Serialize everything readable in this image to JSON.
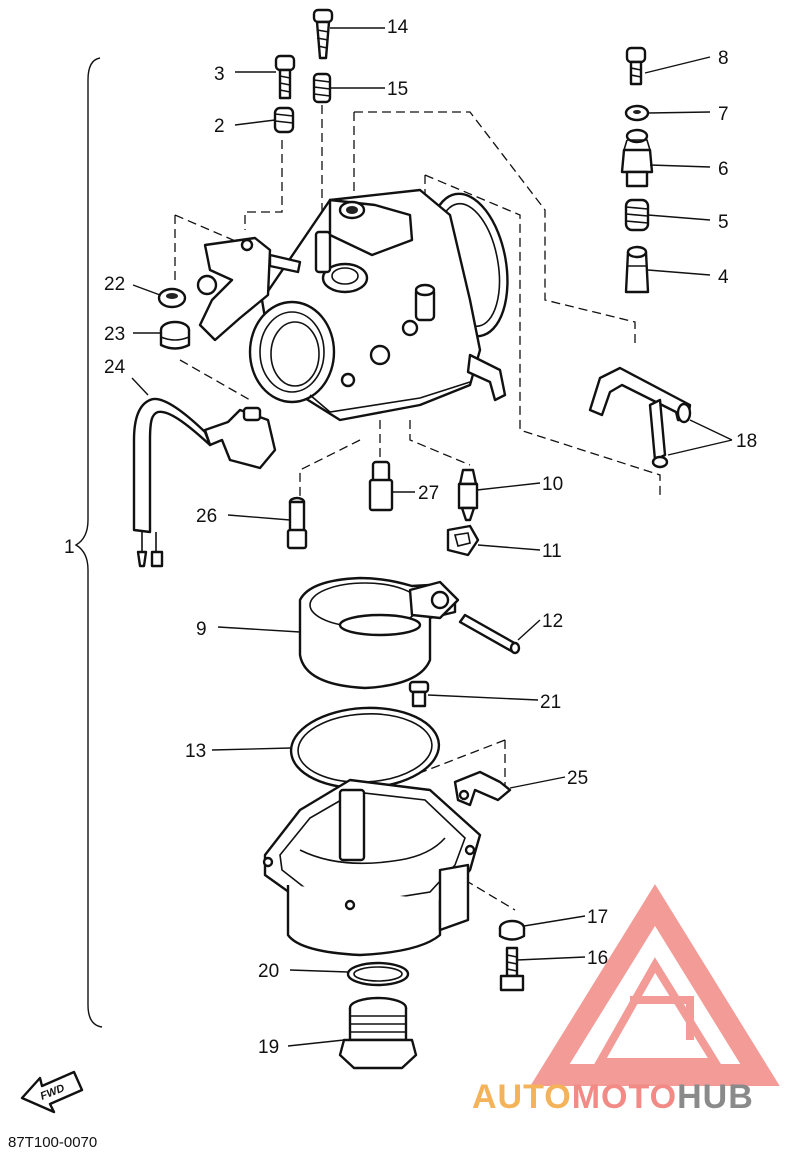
{
  "callouts": {
    "c1": "1",
    "c2": "2",
    "c3": "3",
    "c4": "4",
    "c5": "5",
    "c6": "6",
    "c7": "7",
    "c8": "8",
    "c9": "9",
    "c10": "10",
    "c11": "11",
    "c12": "12",
    "c13": "13",
    "c14": "14",
    "c15": "15",
    "c16": "16",
    "c17": "17",
    "c18": "18",
    "c19": "19",
    "c20": "20",
    "c21": "21",
    "c22": "22",
    "c23": "23",
    "c24": "24",
    "c25": "25",
    "c26": "26",
    "c27": "27"
  },
  "direction_label": "FWD",
  "reference_code": "87T100-0070",
  "watermark": {
    "part1": "AUTO",
    "part2": "MOTO",
    "part3": "HUB",
    "color_auto": "#f4b25a",
    "color_moto": "#f28a86",
    "color_hub": "#8a8a8a",
    "triangle_color": "#f28a86"
  }
}
